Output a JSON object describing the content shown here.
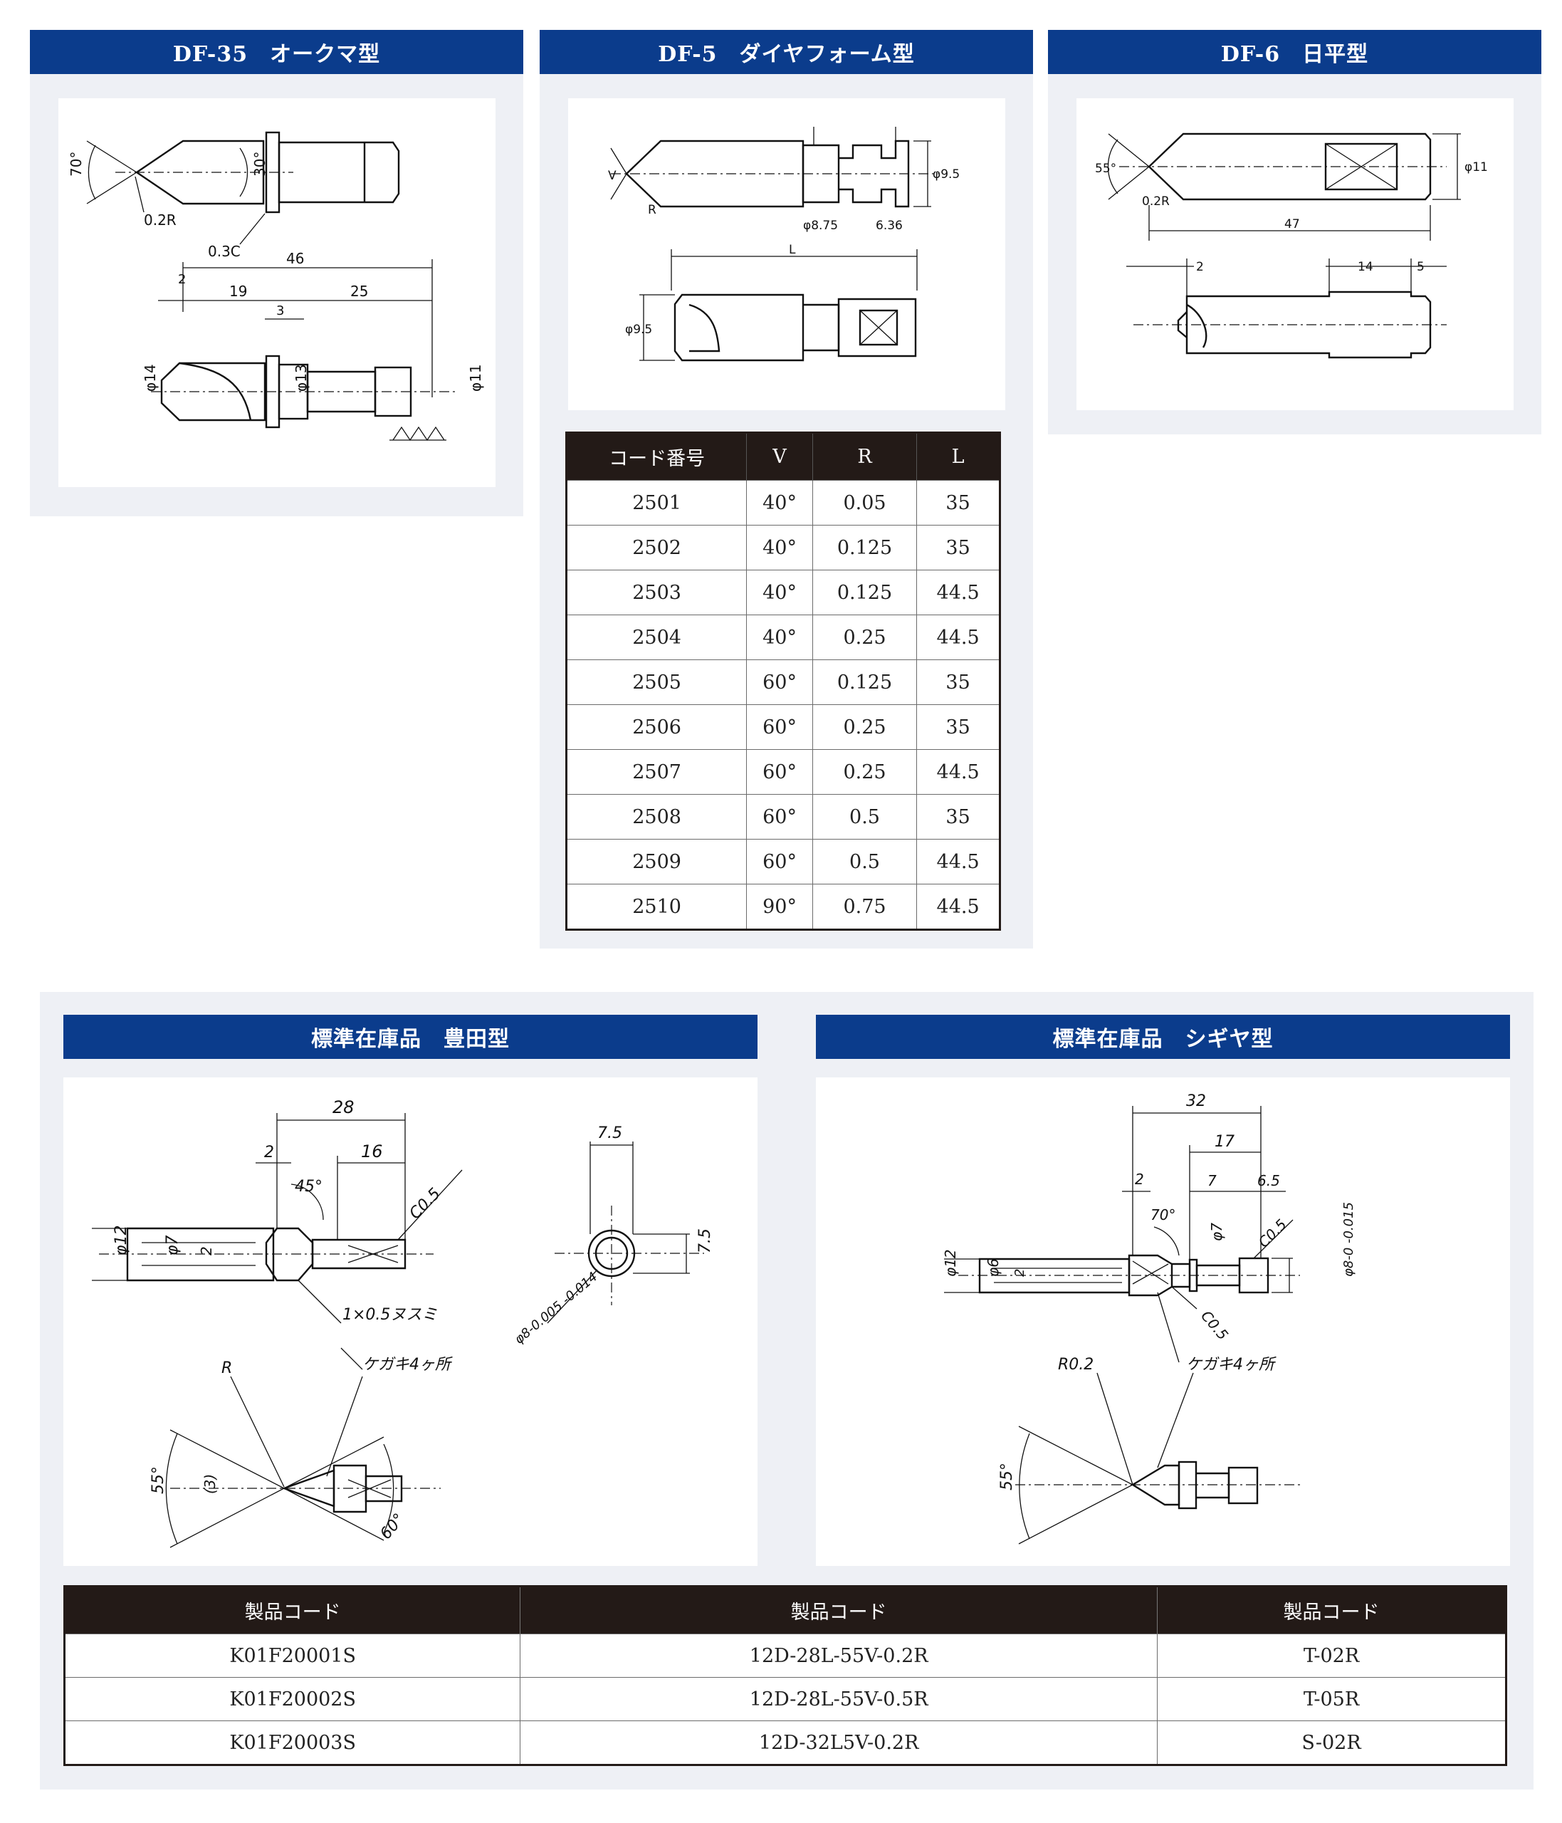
{
  "panels": {
    "df35": {
      "title": "DF-35　オークマ型",
      "labels": [
        "70°",
        "0.2R",
        "30°",
        "0.3C",
        "46",
        "2",
        "19",
        "25",
        "3",
        "φ14",
        "φ13",
        "φ11"
      ]
    },
    "df5": {
      "title": "DF-5　ダイヤフォーム型",
      "labels": [
        "V",
        "R",
        "φ9.5",
        "φ8.75",
        "6.36",
        "L",
        "φ9.5"
      ]
    },
    "df6": {
      "title": "DF-6　日平型",
      "labels": [
        "55°",
        "0.2R",
        "φ11",
        "47",
        "2",
        "14",
        "5"
      ]
    },
    "toyoda": {
      "title": "標準在庫品　豊田型",
      "labels": [
        "28",
        "2",
        "16",
        "45°",
        "C0.5",
        "φ12",
        "φ7",
        "2",
        "1×0.5ヌスミ",
        "R",
        "ケガキ4ヶ所",
        "55°",
        "(3)",
        "60°",
        "7.5",
        "7.5",
        "φ8-0.005 -0.014"
      ]
    },
    "shigiya": {
      "title": "標準在庫品　シギヤ型",
      "labels": [
        "32",
        "17",
        "2",
        "7",
        "6.5",
        "70°",
        "φ7",
        "C0.5",
        "φ12",
        "φ6",
        "2",
        "C0.5",
        "φ8-0 -0.015",
        "R0.2",
        "ケガキ4ヶ所",
        "55°"
      ]
    }
  },
  "code_table": {
    "headers": [
      "コード番号",
      "V",
      "R",
      "L"
    ],
    "rows": [
      [
        "2501",
        "40°",
        "0.05",
        "35"
      ],
      [
        "2502",
        "40°",
        "0.125",
        "35"
      ],
      [
        "2503",
        "40°",
        "0.125",
        "44.5"
      ],
      [
        "2504",
        "40°",
        "0.25",
        "44.5"
      ],
      [
        "2505",
        "60°",
        "0.125",
        "35"
      ],
      [
        "2506",
        "60°",
        "0.25",
        "35"
      ],
      [
        "2507",
        "60°",
        "0.25",
        "44.5"
      ],
      [
        "2508",
        "60°",
        "0.5",
        "35"
      ],
      [
        "2509",
        "60°",
        "0.5",
        "44.5"
      ],
      [
        "2510",
        "90°",
        "0.75",
        "44.5"
      ]
    ]
  },
  "product_table": {
    "headers": [
      "製品コード",
      "製品コード",
      "製品コード"
    ],
    "rows": [
      [
        "K01F20001S",
        "12D-28L-55V-0.2R",
        "T-02R"
      ],
      [
        "K01F20002S",
        "12D-28L-55V-0.5R",
        "T-05R"
      ],
      [
        "K01F20003S",
        "12D-32L5V-0.2R",
        "S-02R"
      ]
    ]
  }
}
